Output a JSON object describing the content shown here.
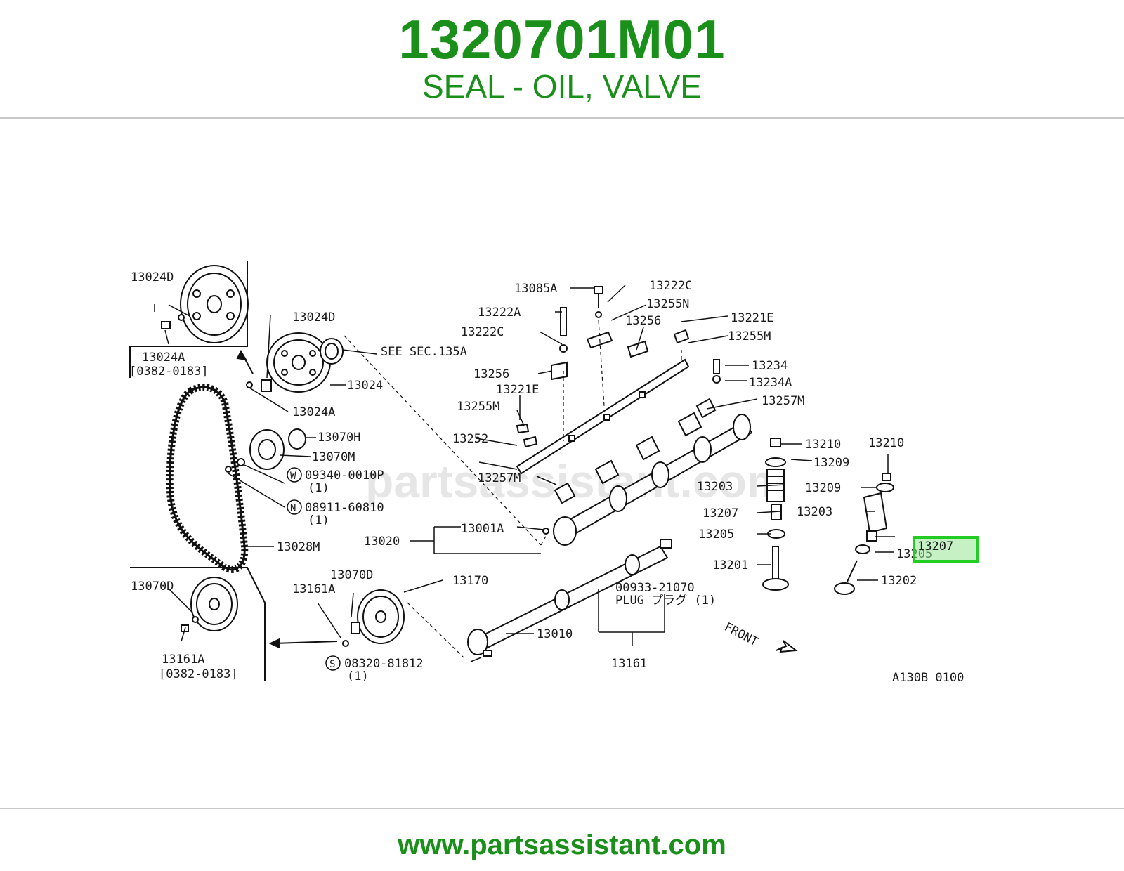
{
  "header": {
    "part_number": "1320701M01",
    "description": "SEAL - OIL, VALVE"
  },
  "footer": {
    "url": "www.partsassistant.com"
  },
  "diagram": {
    "watermark": "partsassistant.com",
    "code": "A130B 0100",
    "front_label": "FRONT",
    "highlighted_part": "13207",
    "labels": {
      "l13024D_a": "13024D",
      "l13024A_a": "13024A",
      "l0382_a": "[0382-0183]",
      "l13024D_b": "13024D",
      "seeSec": "SEE SEC.135A",
      "l13024": "13024",
      "l13024A_b": "13024A",
      "l13070H": "13070H",
      "l13070M": "13070M",
      "l09340": "09340-0010P",
      "l09340q": "(1)",
      "l08911": "08911-60810",
      "l08911q": "(1)",
      "l13028M": "13028M",
      "l13070D_a": "13070D",
      "l13161A_a": "13161A",
      "l0382_b": "[0382-0183]",
      "l13070D_b": "13070D",
      "l13161A_b": "13161A",
      "l08320": "08320-81812",
      "l08320q": "(1)",
      "l13170": "13170",
      "l13010": "13010",
      "l13161": "13161",
      "l00933": "00933-21070",
      "lPlug": "PLUG プラグ (1)",
      "l13020": "13020",
      "l13001A": "13001A",
      "l13257M_a": "13257M",
      "l13252": "13252",
      "l13255M_a": "13255M",
      "l13221E_a": "13221E",
      "l13256_a": "13256",
      "l13222C_a": "13222C",
      "l13222A": "13222A",
      "l13085A": "13085A",
      "l13222C_b": "13222C",
      "l13255N": "13255N",
      "l13256_b": "13256",
      "l13221E_b": "13221E",
      "l13255M_b": "13255M",
      "l13234": "13234",
      "l13234A": "13234A",
      "l13257M_b": "13257M",
      "l13210_a": "13210",
      "l13209_a": "13209",
      "l13203_a": "13203",
      "l13207_a": "13207",
      "l13205_a": "13205",
      "l13201": "13201",
      "l13210_b": "13210",
      "l13209_b": "13209",
      "l13203_b": "13203",
      "l13205_b": "13205",
      "l13202": "13202",
      "sym_W": "W",
      "sym_N": "N",
      "sym_S": "S"
    }
  }
}
